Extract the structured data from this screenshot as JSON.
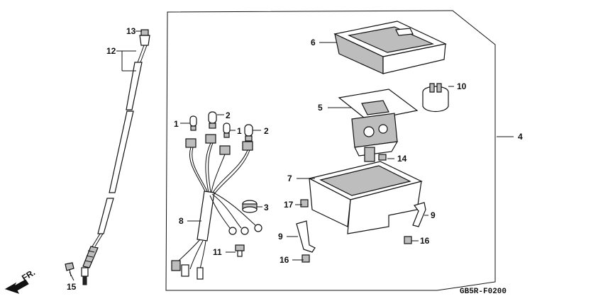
{
  "diagram_code": "GB5R-F0200",
  "direction_mark": "FR.",
  "callouts": {
    "c1a": "1",
    "c1b": "1",
    "c2a": "2",
    "c2b": "2",
    "c3": "3",
    "c4": "4",
    "c5": "5",
    "c6": "6",
    "c7": "7",
    "c8": "8",
    "c9a": "9",
    "c9b": "9",
    "c10": "10",
    "c11": "11",
    "c12": "12",
    "c13": "13",
    "c14": "14",
    "c15": "15",
    "c16a": "16",
    "c16b": "16",
    "c17": "17"
  }
}
